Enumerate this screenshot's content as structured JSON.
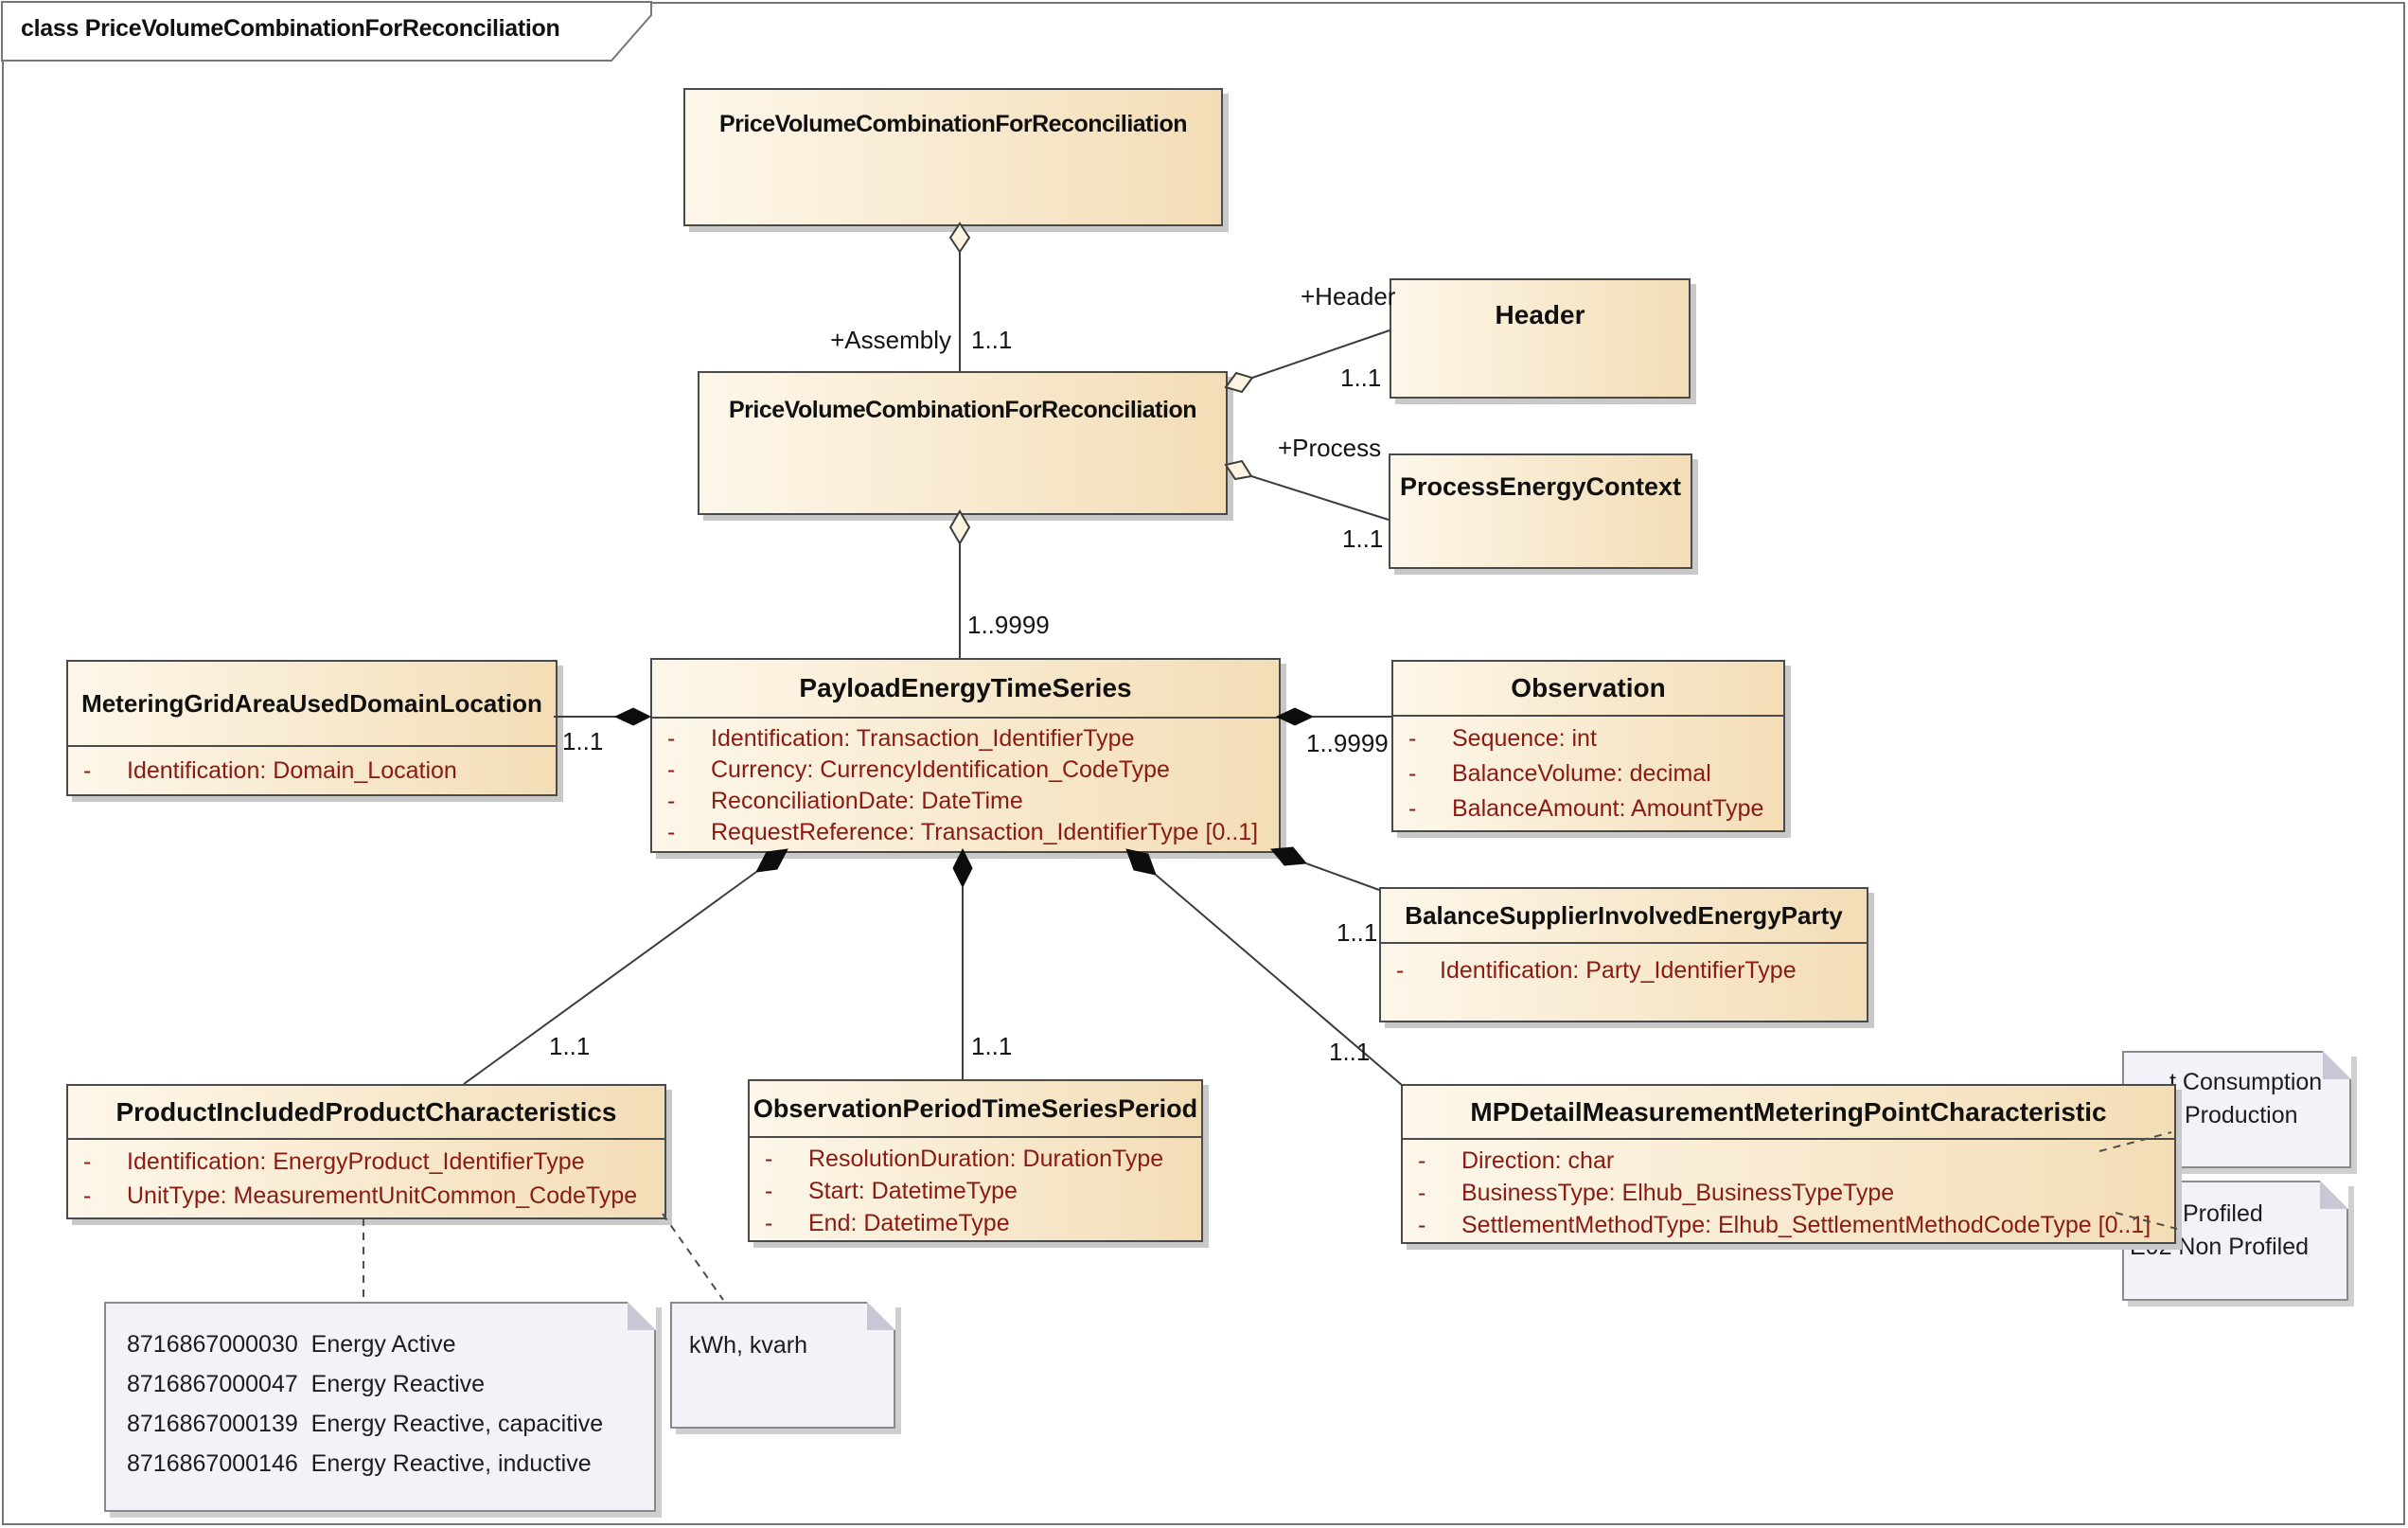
{
  "diagram": {
    "frame_title": "class PriceVolumeCombinationForReconciliation"
  },
  "classes": [
    {
      "name": "PriceVolumeCombinationForReconciliation",
      "attributes": []
    },
    {
      "name": "PriceVolumeCombinationForReconciliation",
      "attributes": []
    },
    {
      "name": "Header",
      "attributes": []
    },
    {
      "name": "ProcessEnergyContext",
      "attributes": []
    },
    {
      "name": "PayloadEnergyTimeSeries",
      "attributes": [
        "Identification: Transaction_IdentifierType",
        "Currency: CurrencyIdentification_CodeType",
        "ReconciliationDate: DateTime",
        "RequestReference: Transaction_IdentifierType [0..1]"
      ]
    },
    {
      "name": "MeteringGridAreaUsedDomainLocation",
      "attributes": [
        "Identification: Domain_Location"
      ]
    },
    {
      "name": "Observation",
      "attributes": [
        "Sequence: int",
        "BalanceVolume: decimal",
        "BalanceAmount: AmountType"
      ]
    },
    {
      "name": "BalanceSupplierInvolvedEnergyParty",
      "attributes": [
        "Identification: Party_IdentifierType"
      ]
    },
    {
      "name": "ProductIncludedProductCharacteristics",
      "attributes": [
        "Identification: EnergyProduct_IdentifierType",
        "UnitType: MeasurementUnitCommon_CodeType"
      ]
    },
    {
      "name": "ObservationPeriodTimeSeriesPeriod",
      "attributes": [
        "ResolutionDuration: DurationType",
        "Start: DatetimeType",
        "End: DatetimeType"
      ]
    },
    {
      "name": "MPDetailMeasurementMeteringPointCharacteristic",
      "attributes": [
        "Direction: char",
        "BusinessType: Elhub_BusinessTypeType",
        "SettlementMethodType: Elhub_SettlementMethodCodeType [0..1]"
      ]
    }
  ],
  "labels": {
    "assembly_role": "+Assembly",
    "assembly_mult": "1..1",
    "header_role": "+Header",
    "header_mult": "1..1",
    "process_role": "+Process",
    "process_mult": "1..1",
    "payload_mult": "1..9999",
    "metering_mult": "1..1",
    "observation_mult": "1..9999",
    "balance_mult": "1..1",
    "product_mult": "1..1",
    "obsperiod_mult": "1..1",
    "mpdetail_mult": "1..1"
  },
  "notes": [
    {
      "lines": [
        "8716867000030  Energy Active",
        "8716867000047  Energy Reactive",
        "8716867000139  Energy Reactive, capacitive",
        "8716867000146  Energy Reactive, inductive"
      ]
    },
    {
      "lines": [
        "kWh, kvarh"
      ]
    },
    {
      "lines": [
        "t Consumption",
        "Production"
      ]
    },
    {
      "lines": [
        "Profiled",
        "E02 Non Profiled"
      ]
    }
  ],
  "colors": {
    "class_fill_start": "#fdf7ea",
    "class_fill_end": "#f3ddb6",
    "class_border": "#4a4a4a",
    "attribute_text": "#8a1a12",
    "note_fill": "#f4f2f9",
    "note_border": "#8a8a8a",
    "connector_line": "#3d3d3d",
    "shadow": "#c9c9c9"
  }
}
